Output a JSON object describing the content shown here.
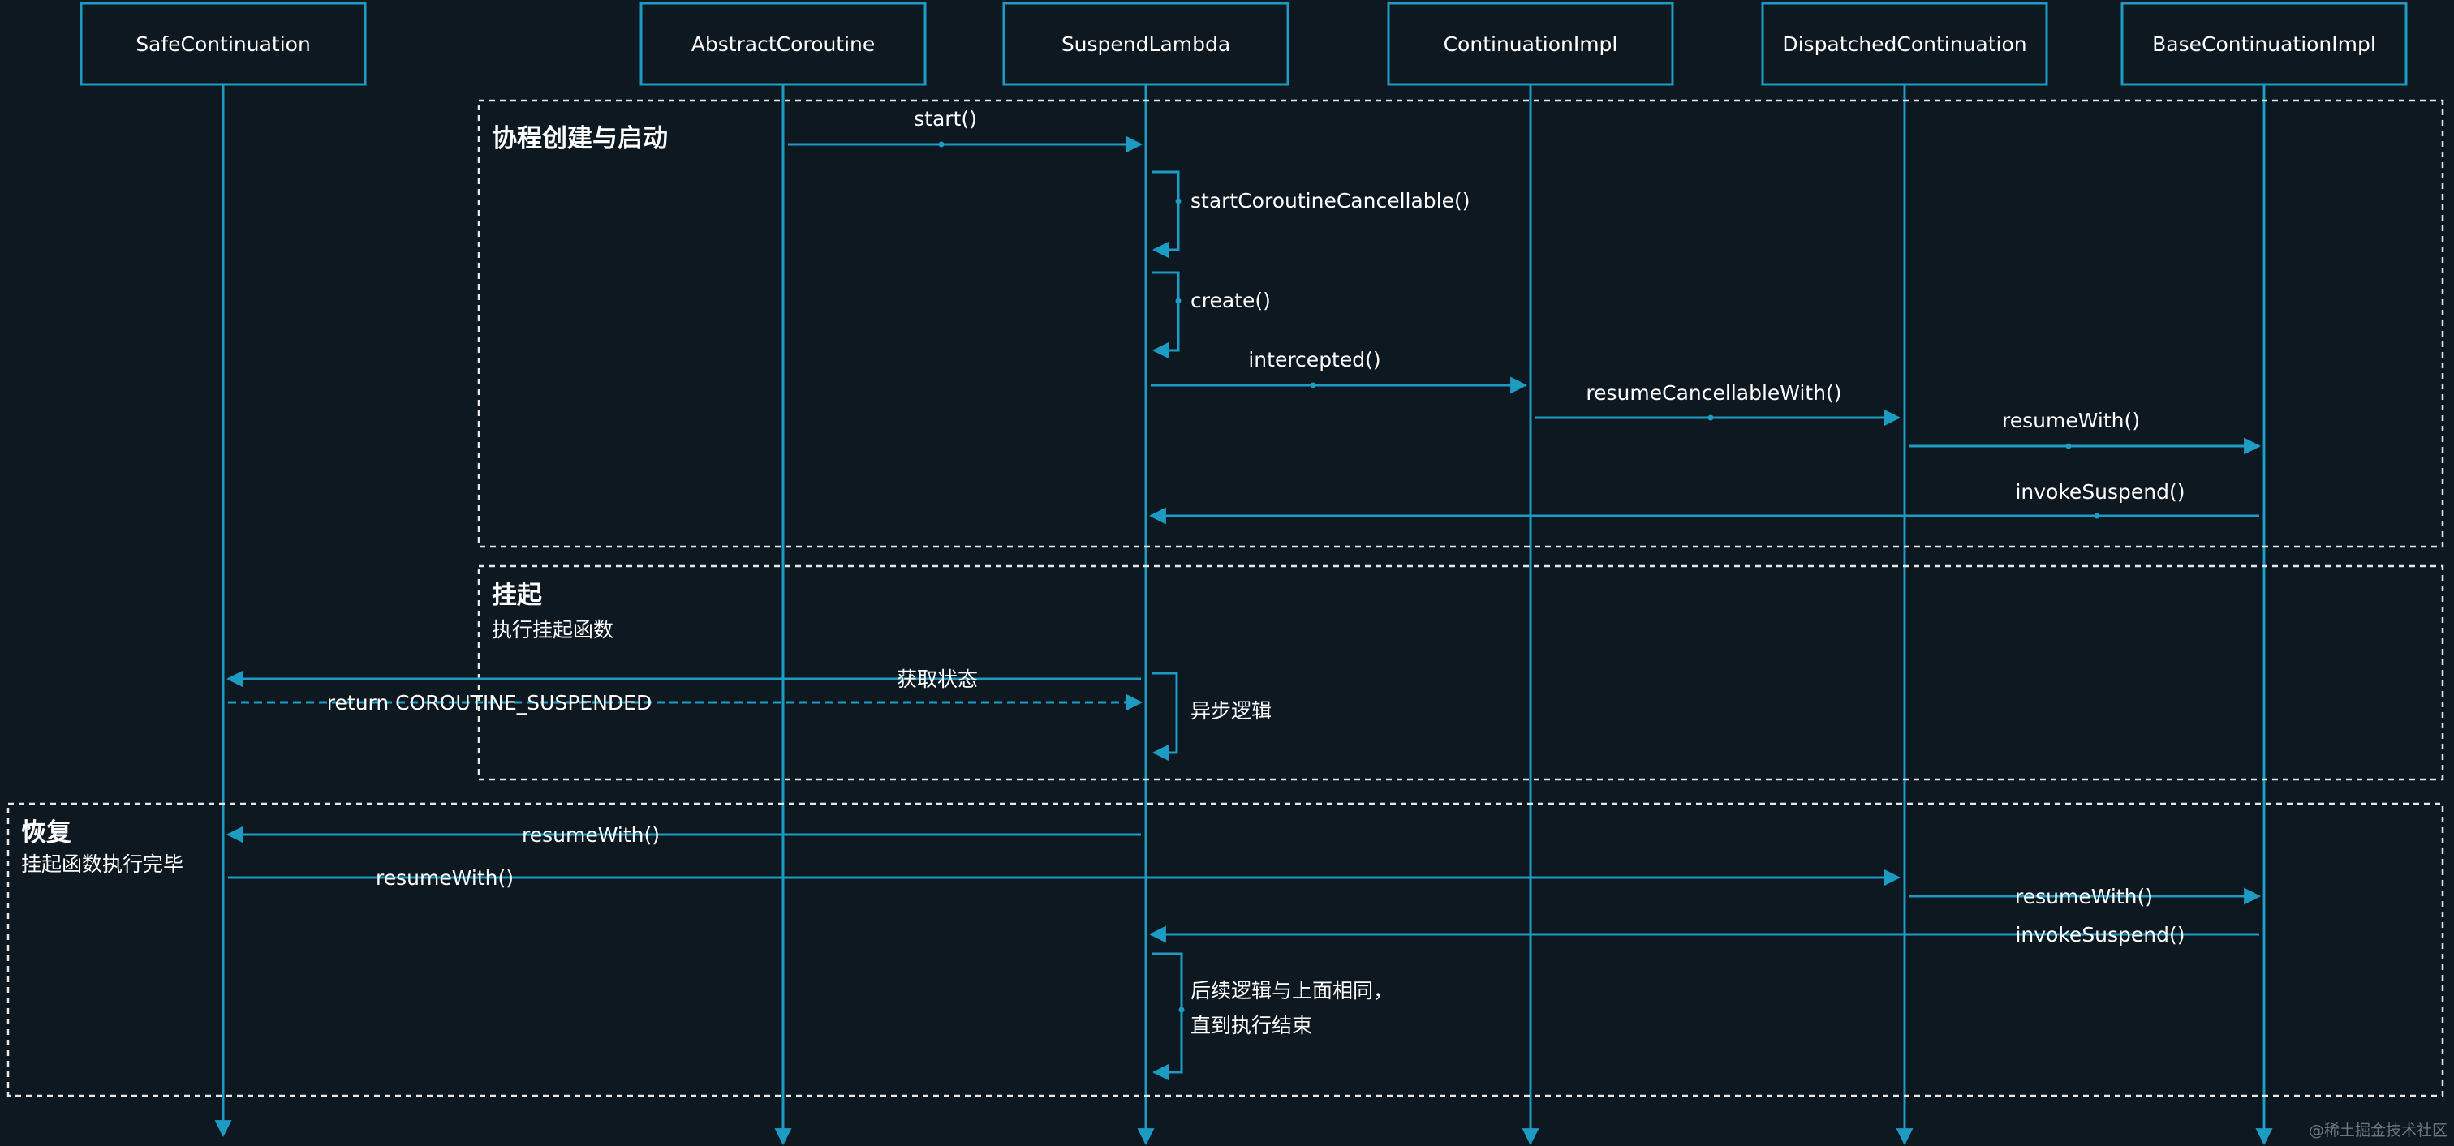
{
  "participants": [
    {
      "id": "safe",
      "label": "SafeContinuation"
    },
    {
      "id": "abstract",
      "label": "AbstractCoroutine"
    },
    {
      "id": "lambda",
      "label": "SuspendLambda"
    },
    {
      "id": "impl",
      "label": "ContinuationImpl"
    },
    {
      "id": "dispatched",
      "label": "DispatchedContinuation"
    },
    {
      "id": "base",
      "label": "BaseContinuationImpl"
    }
  ],
  "frames": [
    {
      "id": "create-start",
      "title": "协程创建与启动",
      "subtitle": ""
    },
    {
      "id": "suspend",
      "title": "挂起",
      "subtitle": "执行挂起函数"
    },
    {
      "id": "resume",
      "title": "恢复",
      "subtitle": "挂起函数执行完毕"
    }
  ],
  "messages": [
    {
      "id": "m1",
      "from": "abstract",
      "to": "lambda",
      "label": "start()"
    },
    {
      "id": "m2",
      "from": "lambda",
      "to": "lambda",
      "label": "startCoroutineCancellable()"
    },
    {
      "id": "m3",
      "from": "lambda",
      "to": "lambda",
      "label": "create()"
    },
    {
      "id": "m4",
      "from": "lambda",
      "to": "impl",
      "label": "intercepted()"
    },
    {
      "id": "m5",
      "from": "impl",
      "to": "dispatched",
      "label": "resumeCancellableWith()"
    },
    {
      "id": "m6",
      "from": "dispatched",
      "to": "base",
      "label": "resumeWith()"
    },
    {
      "id": "m7",
      "from": "base",
      "to": "lambda",
      "label": "invokeSuspend()"
    },
    {
      "id": "m8",
      "from": "lambda",
      "to": "safe",
      "label": "获取状态"
    },
    {
      "id": "m9",
      "from": "safe",
      "to": "lambda",
      "label": "return COROUTINE_SUSPENDED",
      "dashed": true
    },
    {
      "id": "m10",
      "from": "lambda",
      "to": "lambda",
      "label": "异步逻辑"
    },
    {
      "id": "m11",
      "from": "lambda",
      "to": "safe",
      "label": "resumeWith()"
    },
    {
      "id": "m12",
      "from": "safe",
      "to": "dispatched",
      "label": "resumeWith()"
    },
    {
      "id": "m13",
      "from": "dispatched",
      "to": "base",
      "label": "resumeWith()"
    },
    {
      "id": "m14",
      "from": "base",
      "to": "lambda",
      "label": "invokeSuspend()"
    },
    {
      "id": "m15",
      "from": "lambda",
      "to": "lambda",
      "label": "后续逻辑与上面相同，",
      "label2": "直到执行结束"
    }
  ],
  "watermark": "@稀土掘金技术社区",
  "colors": {
    "accent": "#1e9bc2",
    "background": "#0d1821",
    "text": "#ffffff",
    "frame": "#e6e6e6"
  }
}
